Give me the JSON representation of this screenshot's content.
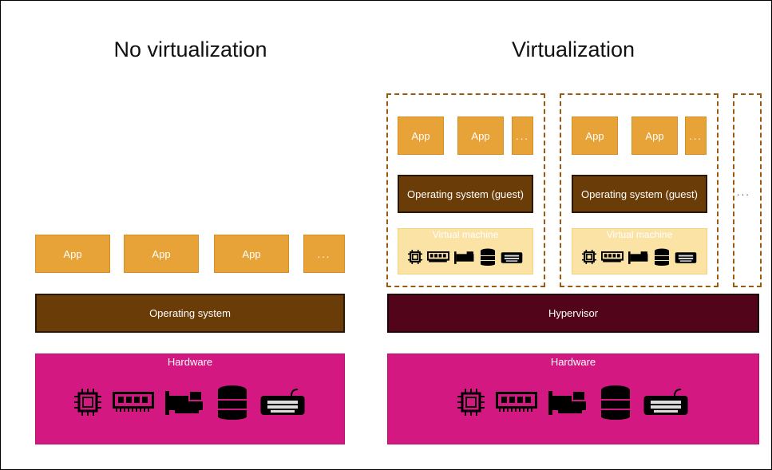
{
  "left": {
    "title": "No virtualization",
    "apps": [
      "App",
      "App",
      "App",
      "..."
    ],
    "os": "Operating system",
    "hardware": "Hardware"
  },
  "right": {
    "title": "Virtualization",
    "vms": [
      {
        "apps": [
          "App",
          "App",
          "..."
        ],
        "os": "Operating system (guest)",
        "vm_label": "Virtual machine"
      },
      {
        "apps": [
          "App",
          "App",
          "..."
        ],
        "os": "Operating system (guest)",
        "vm_label": "Virtual machine"
      }
    ],
    "more": "...",
    "hypervisor": "Hypervisor",
    "hardware": "Hardware"
  },
  "colors": {
    "app": "#e8a338",
    "os": "#6a3c08",
    "hypervisor": "#52051a",
    "hardware": "#d31882",
    "vm": "#fbe3a6"
  },
  "icons": [
    "cpu-icon",
    "memory-icon",
    "network-card-icon",
    "storage-icon",
    "keyboard-icon"
  ]
}
